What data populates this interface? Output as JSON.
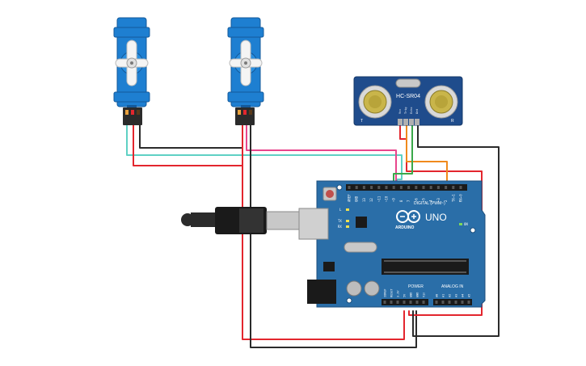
{
  "sensor": {
    "model": "HC-SR04",
    "pins": [
      "Vcc",
      "Trig",
      "Echo",
      "Gnd"
    ]
  },
  "board": {
    "name": "UNO",
    "brand": "ARDUINO",
    "digital_header": [
      "AREF",
      "GND",
      "13",
      "12",
      "~11",
      "~10",
      "~9",
      "8",
      "7",
      "~6",
      "~5",
      "4",
      "~3",
      "2",
      "TX→1",
      "RX←0"
    ],
    "digital_label": "DIGITAL (PWM~)",
    "power_label": "POWER",
    "analog_label": "ANALOG IN",
    "power_pins": [
      "IOREF",
      "RESET",
      "3.3V",
      "5V",
      "GND",
      "GND",
      "Vin"
    ],
    "analog_pins": [
      "A0",
      "A1",
      "A2",
      "A3",
      "A4",
      "A5"
    ],
    "leds": [
      "L",
      "TX",
      "RX",
      "ON"
    ]
  },
  "wire_colors": {
    "red": "#e3262e",
    "black": "#2b2b2b",
    "cyan": "#5fd1c4",
    "pink": "#e8468c",
    "green": "#3aa84a",
    "orange": "#f08a1c"
  },
  "colors": {
    "servo_blue": "#1e7fd1",
    "board_blue": "#2a6ea8",
    "sensor_blue": "#1f4c8c"
  }
}
